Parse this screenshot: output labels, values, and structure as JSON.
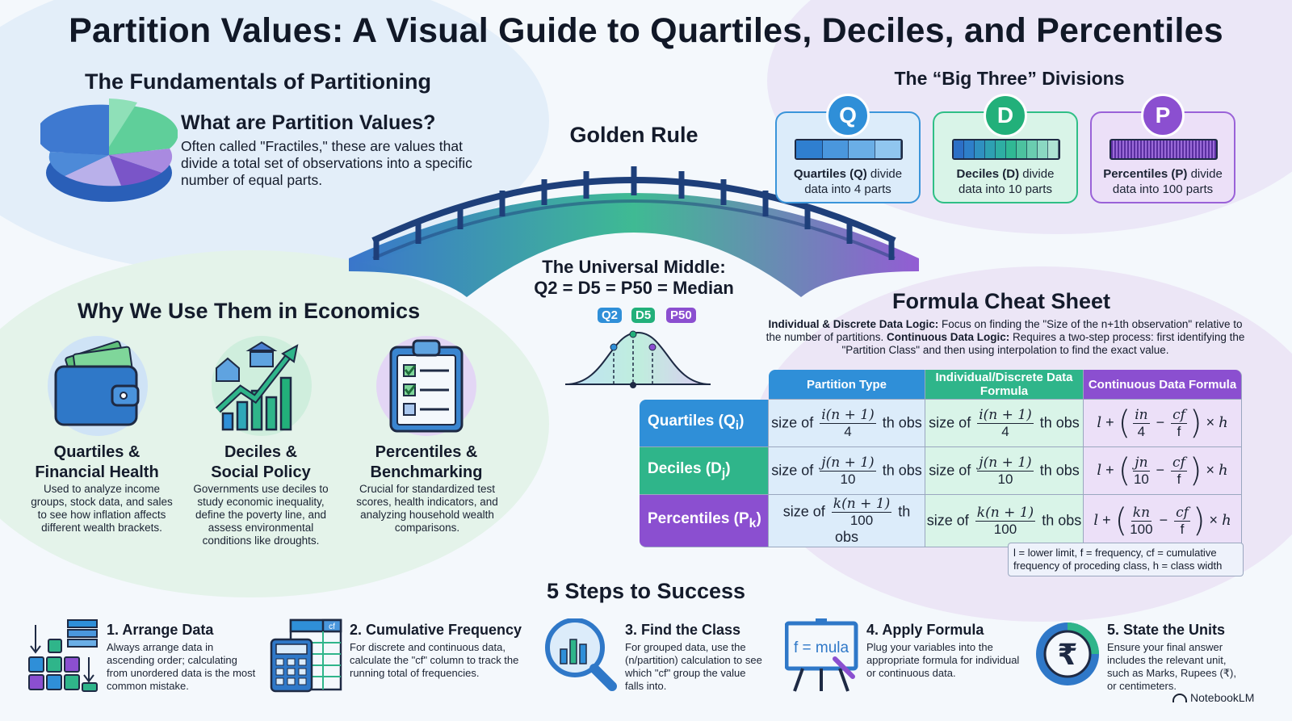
{
  "title": "Partition Values: A Visual Guide to Quartiles, Deciles, and Percentiles",
  "fundamentals": {
    "heading": "The Fundamentals of Partitioning",
    "question": "What are Partition Values?",
    "text": "Often called \"Fractiles,\" these are values that divide a total set of observations into a specific number of equal parts."
  },
  "golden_rule": {
    "heading": "Golden Rule",
    "line1": "The Universal Middle:",
    "line2": "Q2 = D5 = P50 = Median",
    "labels": [
      "Q2",
      "D5",
      "P50"
    ]
  },
  "big_three": {
    "heading": "The “Big Three” Divisions",
    "cards": [
      {
        "letter": "Q",
        "bold": "Quartiles (Q)",
        "rest": " divide",
        "line2": "data into 4 parts",
        "color": "#2f8fd8",
        "parts": 4
      },
      {
        "letter": "D",
        "bold": "Deciles (D)",
        "rest": " divide",
        "line2": "data into 10 parts",
        "color": "#22b07a",
        "parts": 10
      },
      {
        "letter": "P",
        "bold": "Percentiles (P)",
        "rest": " divide",
        "line2": "data into 100 parts",
        "color": "#8b4fd0",
        "parts": 100
      }
    ]
  },
  "economics": {
    "heading": "Why We Use Them in Economics",
    "items": [
      {
        "title1": "Quartiles &",
        "title2": "Financial Health",
        "text": "Used to analyze income groups, stock data, and sales to see how inflation affects different wealth brackets."
      },
      {
        "title1": "Deciles &",
        "title2": "Social Policy",
        "text": "Governments use deciles to study economic inequality, define the poverty line, and assess environmental conditions like droughts."
      },
      {
        "title1": "Percentiles &",
        "title2": "Benchmarking",
        "text": "Crucial for standardized test scores, health indicators, and analyzing household wealth comparisons."
      }
    ]
  },
  "cheat_sheet": {
    "heading": "Formula Cheat Sheet",
    "logic_label1": "Individual & Discrete Data Logic:",
    "logic_text1": " Focus on finding the \"Size of the n+1th observation\" relative to the number of partitions. ",
    "logic_label2": "Continuous Data Logic:",
    "logic_text2": " Requires a two-step process: first identifying the \"Partition Class\" and then using interpolation to find the exact value.",
    "headers": [
      "Partition Type",
      "Individual/Discrete Data Formula",
      "Continuous Data Formula"
    ],
    "rows": [
      {
        "name": "Quartiles (Q",
        "sub": "i",
        "var": "i",
        "div": "4",
        "cvar": "in"
      },
      {
        "name": "Deciles (D",
        "sub": "j",
        "var": "j",
        "div": "10",
        "cvar": "jn"
      },
      {
        "name": "Percentiles (P",
        "sub": "k",
        "var": "k",
        "div": "100",
        "cvar": "kn"
      }
    ],
    "size_of": "size of",
    "th_obs": "th obs",
    "legend": "l = lower limit, f = frequency, cf = cumulative frequency of proceding class, h = class width"
  },
  "steps": {
    "heading": "5 Steps to Success",
    "items": [
      {
        "title": "1. Arrange Data",
        "text": "Always arrange data in ascending order; calculating from unordered data is the most common mistake."
      },
      {
        "title": "2. Cumulative Frequency",
        "text": "For discrete and continuous data, calculate the \"cf\" column to track the running total of frequencies."
      },
      {
        "title": "3. Find the Class",
        "text": "For grouped data, use the (n/partition) calculation to see which \"cf\" group the value falls into."
      },
      {
        "title": "4. Apply Formula",
        "text": "Plug your variables into the appropriate formula for individual or continuous data."
      },
      {
        "title": "5. State the Units",
        "text": "Ensure your final answer includes the relevant unit, such as Marks, Rupees (₹), or centimeters."
      }
    ],
    "formula_board": "f = mula",
    "cf_label": "cf",
    "rupee": "₹"
  },
  "brand": "NotebookLM",
  "colors": {
    "blue": "#2f8fd8",
    "green": "#22b07a",
    "purple": "#8b4fd0"
  }
}
